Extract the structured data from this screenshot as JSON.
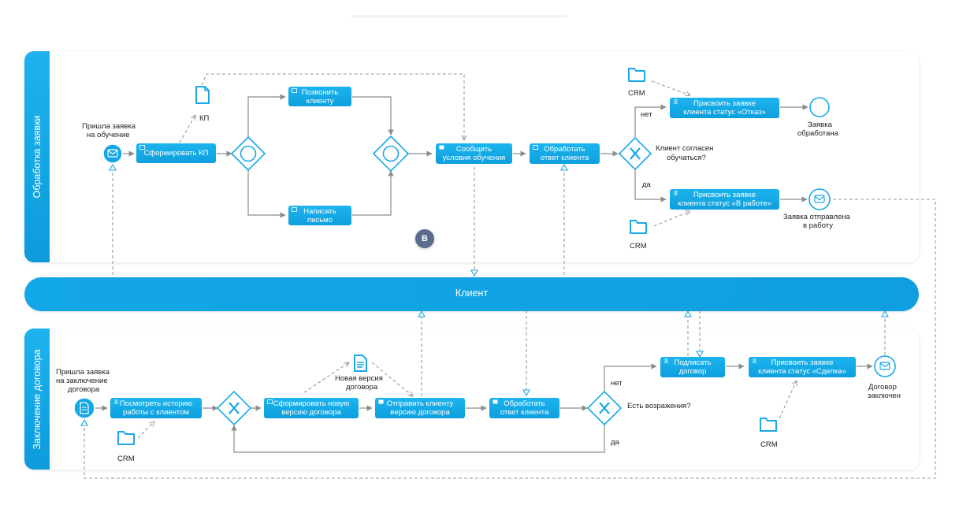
{
  "lanes": {
    "top": {
      "title": "Обработка заявки"
    },
    "bottom": {
      "title": "Заключение договора"
    },
    "pool": {
      "title": "Клиент"
    }
  },
  "top": {
    "start_label_1": "Пришла заявка",
    "start_label_2": "на обучение",
    "task_kp": "Сформировать КП",
    "doc_kp": "КП",
    "task_call_1": "Позвонить",
    "task_call_2": "клиенту",
    "task_letter_1": "Написать",
    "task_letter_2": "письмо",
    "task_inform_1": "Сообщить",
    "task_inform_2": "условия обучения",
    "task_process_1": "Обработать",
    "task_process_2": "ответ клиента",
    "gateway_question_1": "Клиент согласен",
    "gateway_question_2": "обучаться?",
    "flow_no": "нет",
    "flow_yes": "да",
    "task_reject_1": "Присвоить заявке",
    "task_reject_2": "клиента статус «Отказ»",
    "task_work_1": "Присвоить заявке",
    "task_work_2": "клиента статус «В работе»",
    "end_processed_1": "Заявка",
    "end_processed_2": "обработана",
    "end_sent_1": "Заявка отправлена",
    "end_sent_2": "в работу",
    "crm_1": "CRM",
    "crm_2": "CRM",
    "avatar": "B"
  },
  "bottom": {
    "start_label_1": "Пришла заявка",
    "start_label_2": "на заключение",
    "start_label_3": "договора",
    "task_history_1": "Посмотреть историю",
    "task_history_2": "работы с клиентом",
    "task_new_version_1": "Сформировать новую",
    "task_new_version_2": "версию договора",
    "doc_new_version_1": "Новая версия",
    "doc_new_version_2": "договора",
    "task_send_1": "Отправить клиенту",
    "task_send_2": "версию договора",
    "task_process_1": "Обработать",
    "task_process_2": "ответ клиента",
    "gateway_question": "Есть возражения?",
    "flow_no": "нет",
    "flow_yes": "да",
    "task_sign_1": "Подписать",
    "task_sign_2": "договор",
    "task_deal_1": "Присвоить заявке",
    "task_deal_2": "клиента статус «Сделка»",
    "end_1": "Договор",
    "end_2": "заключен",
    "crm_1": "CRM",
    "crm_2": "CRM"
  },
  "colors": {
    "accent": "#0e9fdd",
    "flow": "#8c8c8c",
    "message_flow": "#9a9a9a"
  }
}
